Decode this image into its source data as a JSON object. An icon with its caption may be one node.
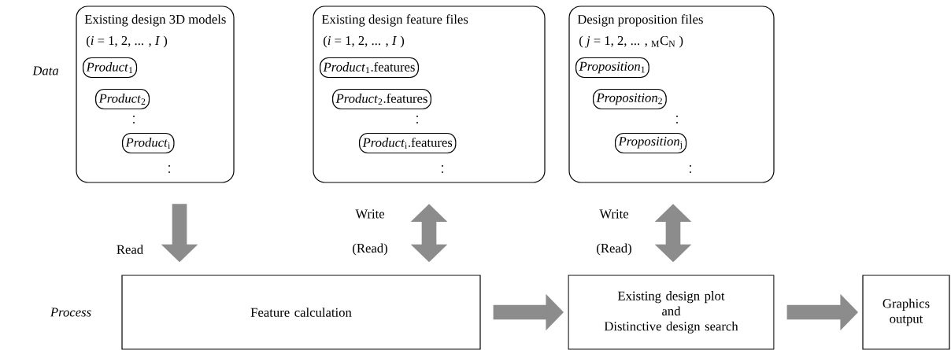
{
  "diagram": {
    "nodes": [
      {
        "text": [
          "Existing design 3D models",
          "(*i* = 1, 2, ... , *I* )"
        ]
      },
      {
        "text": [
          "*Product*$_{1}$"
        ],
        "in": 0
      },
      {
        "text": [
          "*Product*$_{2}$"
        ],
        "in": 0
      },
      {
        "text": [
          "*Product*$_{i}$"
        ],
        "in": 0
      },
      {
        "text": [
          "Existing design feature files",
          "(*i* = 1, 2, ... , *I* )"
        ]
      },
      {
        "text": [
          "*Product*$_{1}$.features"
        ],
        "in": 4
      },
      {
        "text": [
          "*Product*$_{2}$.features"
        ],
        "in": 4
      },
      {
        "text": [
          "*Product*$_{i}$.features"
        ],
        "in": 4
      },
      {
        "text": [
          "Design proposition files",
          "( *j* = 1, 2, ... , $_{M}$C$_{N}$ )"
        ]
      },
      {
        "text": [
          "*Proposition*$_{1}$"
        ],
        "in": 8
      },
      {
        "text": [
          "*Proposition*$_{2}$"
        ],
        "in": 8
      },
      {
        "text": [
          "*Proposition*$_{j}$"
        ],
        "in": 8
      },
      {
        "text": [
          "Feature calculation"
        ]
      },
      {
        "text": [
          "Existing design plot",
          "and",
          "Distinctive design search"
        ]
      },
      {
        "text": [
          "Graphics output"
        ]
      }
    ],
    "edges": [
      {
        "from": 0,
        "to": 12,
        "arrow": "to"
      },
      {
        "from": 4,
        "to": 12,
        "arrow": "both"
      },
      {
        "from": 8,
        "to": 13,
        "arrow": "both"
      },
      {
        "from": 12,
        "to": 13,
        "arrow": "to"
      },
      {
        "from": 13,
        "to": 14,
        "arrow": "to"
      }
    ],
    "labels": [
      "Data",
      "Process",
      "Read",
      "Write",
      "(Read)",
      "Write",
      "(Read)"
    ]
  }
}
